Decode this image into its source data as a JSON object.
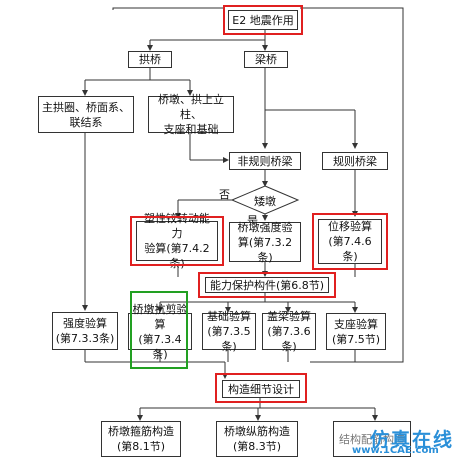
{
  "nodes": {
    "e2": "E2 地震作用",
    "arch_bridge": "拱桥",
    "beam_bridge": "梁桥",
    "main_arch": [
      "主拱圈、桥面系、",
      "联结系"
    ],
    "pier_columns": [
      "桥墩、拱上立柱、",
      "支座和基础"
    ],
    "irregular": "非规则桥梁",
    "regular": "规则桥梁",
    "short_pier": "矮墩",
    "no_label": "否",
    "yes_label": "是",
    "plastic_hinge": [
      "塑性铰转动能力",
      "验算(第7.4.2条)"
    ],
    "pier_strength": [
      "桥墩强度验",
      "算(第7.3.2条)"
    ],
    "displacement": [
      "位移验算",
      "(第7.4.6条)"
    ],
    "capacity_protect": "能力保护构件(第6.8节)",
    "strength_check": [
      "强度验算",
      "(第7.3.3条)"
    ],
    "pier_shear": [
      "桥墩抗剪验算",
      "(第7.3.4条)"
    ],
    "foundation": [
      "基础验算",
      "(第7.3.5条)"
    ],
    "cap_beam": [
      "盖梁验算",
      "(第7.3.6条)"
    ],
    "bearing": [
      "支座验算",
      "(第7.5节)"
    ],
    "detailing": "构造细节设计",
    "stirrup": [
      "桥墩箍筋构造",
      "(第8.1节)"
    ],
    "longitudinal": [
      "桥墩纵筋构造",
      "(第8.3节)"
    ],
    "bearing_detail": [
      "结构配筋构造"
    ]
  },
  "watermark": {
    "main": "仿真在线",
    "url": "www.1CAE.com"
  },
  "colors": {
    "highlight_red": "#e02020",
    "highlight_green": "#22a022",
    "watermark_blue": "#2a8fd8"
  }
}
